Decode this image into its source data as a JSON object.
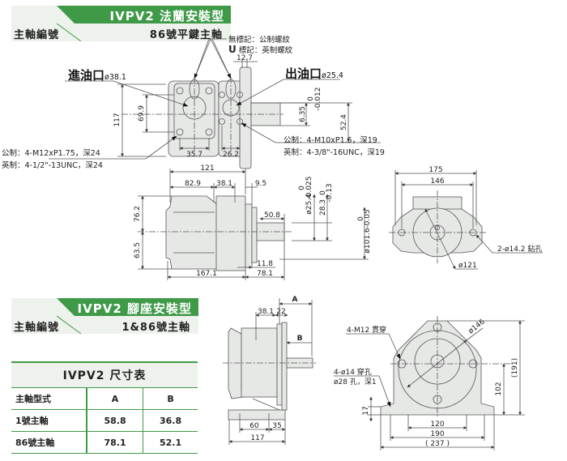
{
  "section1": {
    "title": "IVPV2 法蘭安裝型",
    "shaft_label": "主軸編號",
    "shaft_value": "86號平鍵主軸"
  },
  "section2": {
    "title": "IVPV2 腳座安裝型",
    "shaft_label": "主軸編號",
    "shaft_value": "1&86號主軸"
  },
  "thread_legend": {
    "none_mark": "無標記：公制螺紋",
    "u_mark_letter": "U",
    "u_mark": "標記：英制螺紋"
  },
  "inlet": {
    "label": "進油口",
    "dia": "ø38.1"
  },
  "outlet": {
    "label": "出油口",
    "dia": "ø25.4"
  },
  "inlet_bolts": {
    "metric": "公制：4-M12xP1.75，深24",
    "imperial": "英制：4-1/2\"-13UNC，深24"
  },
  "outlet_bolts": {
    "metric": "公制：4-M10xP1.5，深19",
    "imperial": "英制：4-3/8\"-16UNC，深19"
  },
  "top_view_dims": {
    "d12_7": "12.7",
    "d117": "117",
    "d69_9": "69.9",
    "d35_7": "35.7",
    "d26_2": "26.2",
    "key": "6.35",
    "key_tol_upper": "0",
    "key_tol_lower": "-0.012",
    "d52_4": "52.4"
  },
  "side_view_dims": {
    "d121": "121",
    "d82_9": "82.9",
    "d38_1": "38.1",
    "d9_5": "9.5",
    "d50_8": "50.8",
    "d76_2": "76.2",
    "d63_5": "63.5",
    "d167_1": "167.1",
    "d78_1": "78.1",
    "d11_8": "11.8",
    "shaft": "ø25.4",
    "shaft_tol_upper": "0",
    "shaft_tol_lower": "-0.025",
    "d28_3": "28.3",
    "d28_3_tol_upper": "0",
    "d28_3_tol_lower": "-0.13",
    "pilot": "ø101.6",
    "pilot_tol_upper": "0",
    "pilot_tol_lower": "-0.05"
  },
  "flange_view_dims": {
    "d175": "175",
    "d146": "146",
    "holes": "2-ø14.2 鉆孔",
    "d121": "ø121"
  },
  "foot_side_dims": {
    "A": "A",
    "B": "B",
    "d38_1": "38.1",
    "d22": "22",
    "d60": "60",
    "d35": "35",
    "d117": "117"
  },
  "foot_front_dims": {
    "m12": "4-M12 貫穿",
    "d146": "ø146",
    "hole14": "4-ø14 穿孔",
    "hole28": "ø28 孔，深1",
    "d17": "17",
    "d102": "102",
    "d191": "(191)",
    "d120": "120",
    "d190": "190",
    "d237": "( 237 )"
  },
  "dimension_table": {
    "title": "IVPV2 尺寸表",
    "headers": [
      "主軸型式",
      "A",
      "B"
    ],
    "rows": [
      [
        "1號主軸",
        "58.8",
        "36.8"
      ],
      [
        "86號主軸",
        "78.1",
        "52.1"
      ]
    ]
  },
  "colors": {
    "accent_green": "#3f9a48",
    "header_bg": "#eef2ec",
    "body_fill": "#e6e8e6",
    "line": "#555555"
  }
}
